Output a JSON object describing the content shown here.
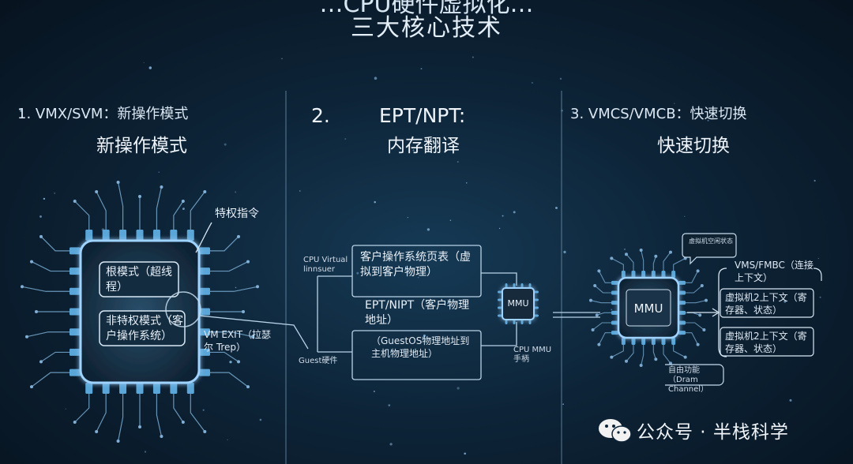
{
  "title": {
    "top_partial": "…CPU硬件虚拟化…",
    "main": "三大核心技术"
  },
  "col1": {
    "heading": "1. VMX/SVM：新操作模式",
    "subheading": "新操作模式",
    "privileged_label": "特权指令",
    "root_mode": "根模式（超线程）",
    "non_root_mode": "非特权模式（客户操作系统）",
    "vm_exit": "VM EXIT（拉瑟尔 Trep）"
  },
  "col2": {
    "number": "2.",
    "heading": "EPT/NPT:",
    "subheading": "内存翻译",
    "cpu_virtual": "CPU Virtual linnsuer",
    "guest_hw": "Guest硬件",
    "box_top": "客户操作系统页表（虚拟到客户物理）",
    "ept_label": "EPT/NIPT（客户物理地址）",
    "box_bottom": "（GuestOS物理地址到主机物理地址）",
    "mmu": "MMU",
    "cpu_mmu": "CPU MMU手柄"
  },
  "col3": {
    "heading": "3. VMCS/VMCB：快速切换",
    "subheading": "快速切换",
    "bubble": "虚拟机空闲状态",
    "mmu": "MMU",
    "vms_fmbc": "VMS/FMBC（连接上下文）",
    "ctx1": "虚拟机2上下文（寄存器、状态）",
    "ctx2": "虚拟机2上下文（寄存器、状态）",
    "auto": "自由功能（Dram Channel）"
  },
  "watermark": "公众号 · 半栈科学",
  "colors": {
    "background": "#0d2438",
    "line": "#7fb3d9",
    "glow": "#9fd3ff",
    "pad": "#5aa6d8"
  }
}
